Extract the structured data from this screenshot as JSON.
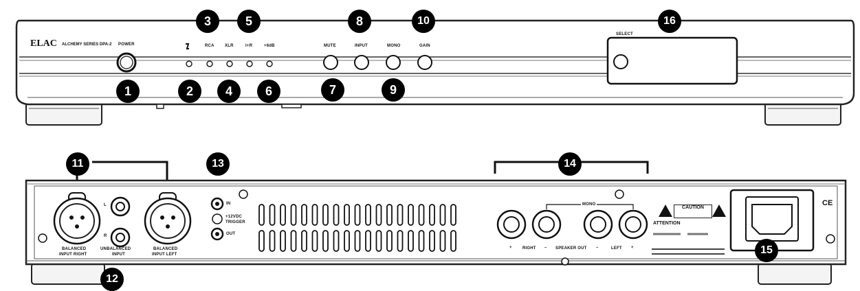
{
  "front_panel": {
    "brand": "ELAC",
    "series": "ALCHEMY SERIES DPA-2",
    "labels": {
      "power": "POWER",
      "rca": "RCA",
      "xlr": "XLR",
      "ir": "I+R",
      "plus6db": "+6dB",
      "mute": "MUTE",
      "input": "INPUT",
      "mono": "MONO",
      "gain": "GAIN",
      "select": "SELECT"
    }
  },
  "rear_panel": {
    "labels": {
      "balanced_right_1": "BALANCED",
      "balanced_right_2": "INPUT RIGHT",
      "unbalanced_1": "UNBALANCED",
      "unbalanced_2": "INPUT",
      "balanced_left_1": "BALANCED",
      "balanced_left_2": "INPUT LEFT",
      "rca_l": "L",
      "rca_r": "R",
      "trig_in": "IN",
      "trig_1": "+12VDC",
      "trig_2": "TRIGGER",
      "trig_out": "OUT",
      "mono": "MONO",
      "sp_plus_r": "+",
      "sp_right": "RIGHT",
      "sp_minus_r": "–",
      "sp_out": "SPEAKER OUT",
      "sp_minus_l": "–",
      "sp_left": "LEFT",
      "sp_plus_l": "+",
      "caution": "CAUTION",
      "attention": "ATTENTION",
      "ce": "CE"
    }
  },
  "callouts": [
    "1",
    "2",
    "3",
    "4",
    "5",
    "6",
    "7",
    "8",
    "9",
    "10",
    "11",
    "12",
    "13",
    "14",
    "15",
    "16"
  ]
}
